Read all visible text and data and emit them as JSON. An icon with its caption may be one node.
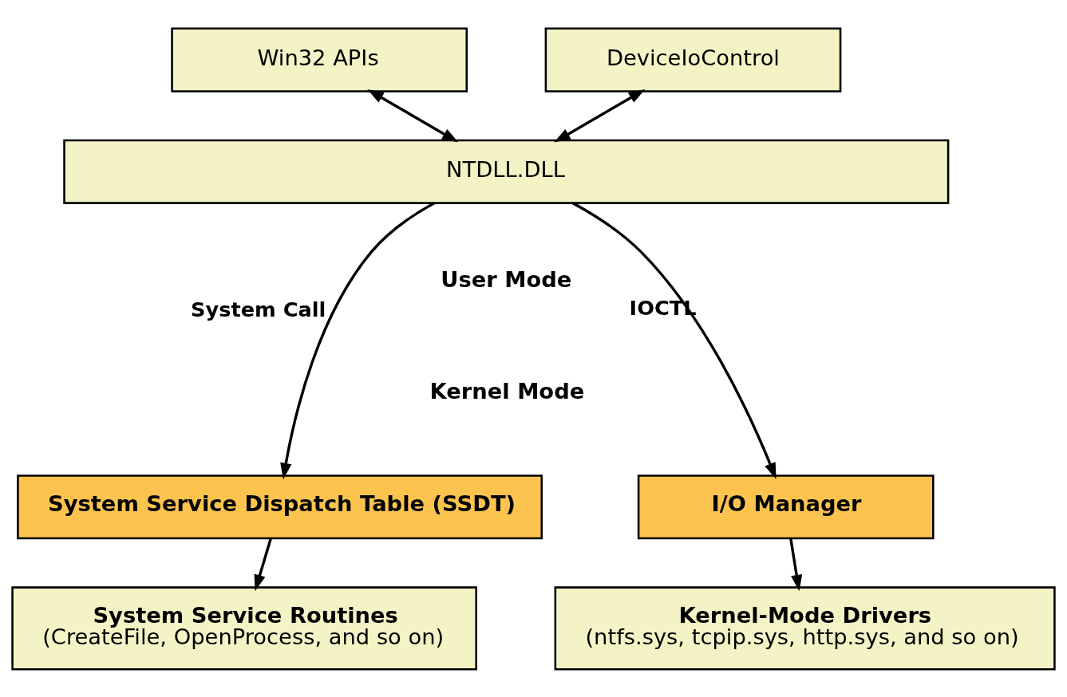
{
  "diagram": {
    "nodes": [
      {
        "text": [
          "Win32 APIs"
        ]
      },
      {
        "text": [
          "DeviceIoControl"
        ]
      },
      {
        "text": [
          "NTDLL.DLL"
        ]
      },
      {
        "text": [
          "System Service Dispatch Table (SSDT)"
        ]
      },
      {
        "text": [
          "I/O Manager"
        ]
      },
      {
        "text": [
          "System Service Routines",
          "(CreateFile, OpenProcess, and so on)"
        ]
      },
      {
        "text": [
          "Kernel-Mode Drivers",
          "(ntfs.sys, tcpip.sys, http.sys, and so on)"
        ]
      }
    ],
    "edges": [
      {
        "from": 0,
        "to": 2,
        "arrow": "both"
      },
      {
        "from": 1,
        "to": 2,
        "arrow": "both"
      },
      {
        "from": 2,
        "to": 3,
        "arrow": "to",
        "label": "System Call"
      },
      {
        "from": 2,
        "to": 4,
        "arrow": "to",
        "label": "IOCTL"
      },
      {
        "from": 3,
        "to": 5,
        "arrow": "to"
      },
      {
        "from": 4,
        "to": 6,
        "arrow": "to"
      }
    ],
    "labels": [
      "User Mode",
      "Kernel Mode"
    ]
  }
}
